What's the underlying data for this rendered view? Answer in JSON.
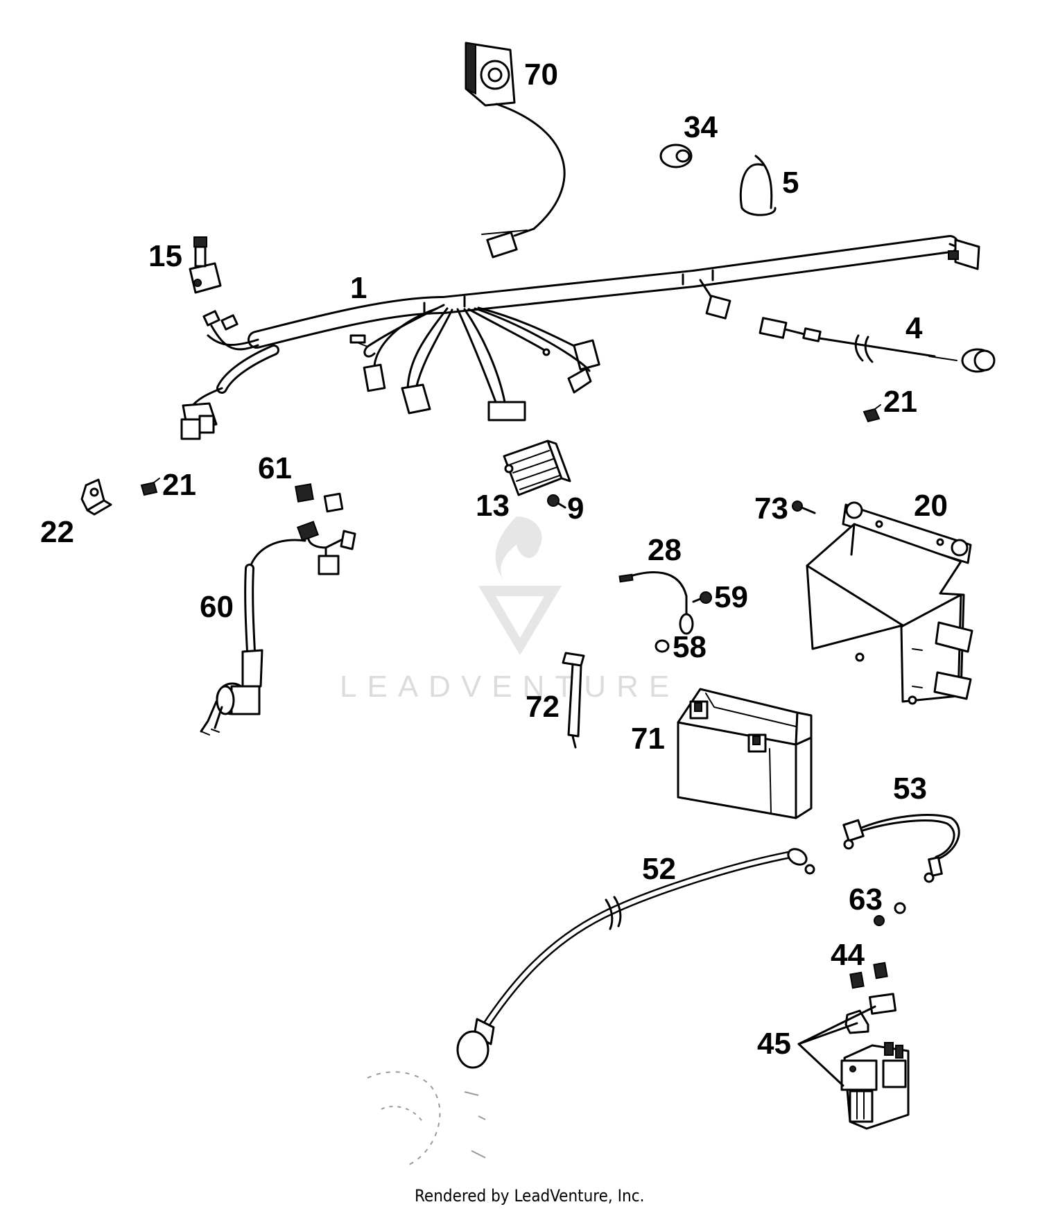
{
  "callouts": [
    {
      "id": "c70",
      "text": "70"
    },
    {
      "id": "c34",
      "text": "34"
    },
    {
      "id": "c5",
      "text": "5"
    },
    {
      "id": "c15",
      "text": "15"
    },
    {
      "id": "c1",
      "text": "1"
    },
    {
      "id": "c4",
      "text": "4"
    },
    {
      "id": "c21a",
      "text": "21"
    },
    {
      "id": "c61",
      "text": "61"
    },
    {
      "id": "c21b",
      "text": "21"
    },
    {
      "id": "c22",
      "text": "22"
    },
    {
      "id": "c13",
      "text": "13"
    },
    {
      "id": "c9",
      "text": "9"
    },
    {
      "id": "c73",
      "text": "73"
    },
    {
      "id": "c20",
      "text": "20"
    },
    {
      "id": "c28",
      "text": "28"
    },
    {
      "id": "c59",
      "text": "59"
    },
    {
      "id": "c58",
      "text": "58"
    },
    {
      "id": "c60",
      "text": "60"
    },
    {
      "id": "c72",
      "text": "72"
    },
    {
      "id": "c71",
      "text": "71"
    },
    {
      "id": "c53",
      "text": "53"
    },
    {
      "id": "c52",
      "text": "52"
    },
    {
      "id": "c63",
      "text": "63"
    },
    {
      "id": "c44",
      "text": "44"
    },
    {
      "id": "c45",
      "text": "45"
    }
  ],
  "watermark": {
    "text": "LEADVENTURE"
  },
  "footer": {
    "text": "Rendered by LeadVenture, Inc."
  }
}
